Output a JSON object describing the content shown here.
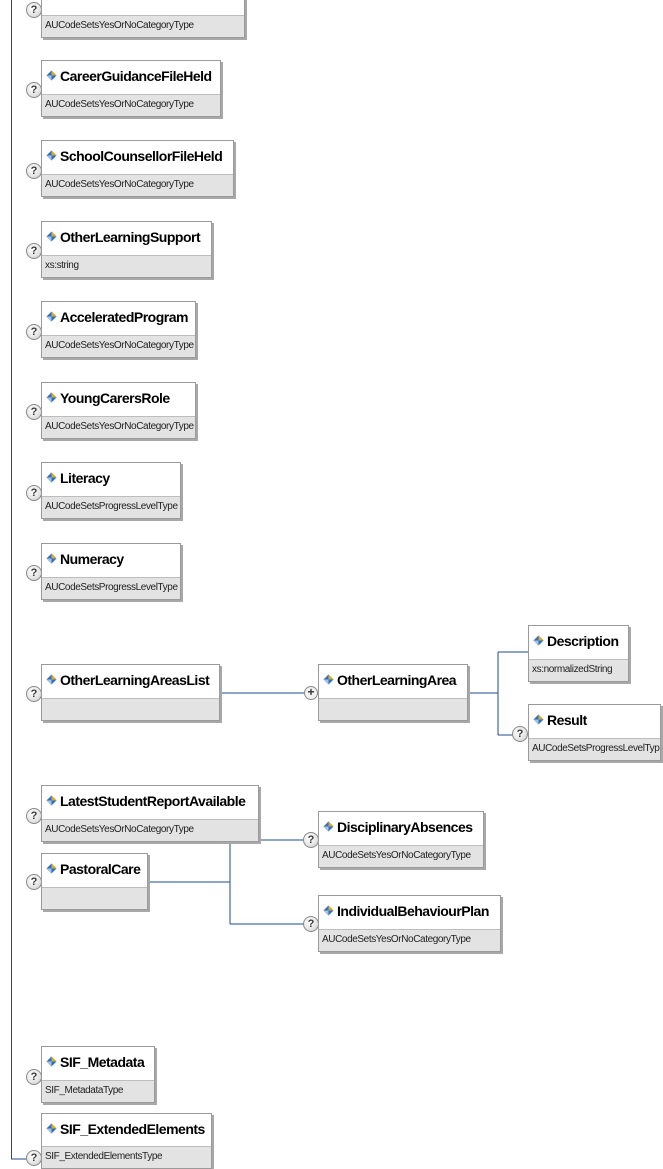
{
  "nodes": {
    "n0": {
      "name": "",
      "type": "AUCodeSetsYesOrNoCategoryType"
    },
    "n1": {
      "name": "CareerGuidanceFileHeld",
      "type": "AUCodeSetsYesOrNoCategoryType"
    },
    "n2": {
      "name": "SchoolCounsellorFileHeld",
      "type": "AUCodeSetsYesOrNoCategoryType"
    },
    "n3": {
      "name": "OtherLearningSupport",
      "type": "xs:string"
    },
    "n4": {
      "name": "AcceleratedProgram",
      "type": "AUCodeSetsYesOrNoCategoryType"
    },
    "n5": {
      "name": "YoungCarersRole",
      "type": "AUCodeSetsYesOrNoCategoryType"
    },
    "n6": {
      "name": "Literacy",
      "type": "AUCodeSetsProgressLevelType"
    },
    "n7": {
      "name": "Numeracy",
      "type": "AUCodeSetsProgressLevelType"
    },
    "n8": {
      "name": "OtherLearningAreasList",
      "type": ""
    },
    "n9": {
      "name": "OtherLearningArea",
      "type": ""
    },
    "n10": {
      "name": "Description",
      "type": "xs:normalizedString"
    },
    "n11": {
      "name": "Result",
      "type": "AUCodeSetsProgressLevelType"
    },
    "n12": {
      "name": "LatestStudentReportAvailable",
      "type": "AUCodeSetsYesOrNoCategoryType"
    },
    "n13": {
      "name": "PastoralCare",
      "type": ""
    },
    "n14": {
      "name": "DisciplinaryAbsences",
      "type": "AUCodeSetsYesOrNoCategoryType"
    },
    "n15": {
      "name": "IndividualBehaviourPlan",
      "type": "AUCodeSetsYesOrNoCategoryType"
    },
    "n16": {
      "name": "SIF_Metadata",
      "type": "SIF_MetadataType"
    },
    "n17": {
      "name": "SIF_ExtendedElements",
      "type": "SIF_ExtendedElementsType"
    }
  },
  "help_symbol": "?",
  "expand_symbol": "+",
  "colors": {
    "connector": "#1e4b8c",
    "type_band": "#e3e3e3",
    "icon_blue": "#2f6fc0",
    "icon_gold": "#e0a820"
  }
}
